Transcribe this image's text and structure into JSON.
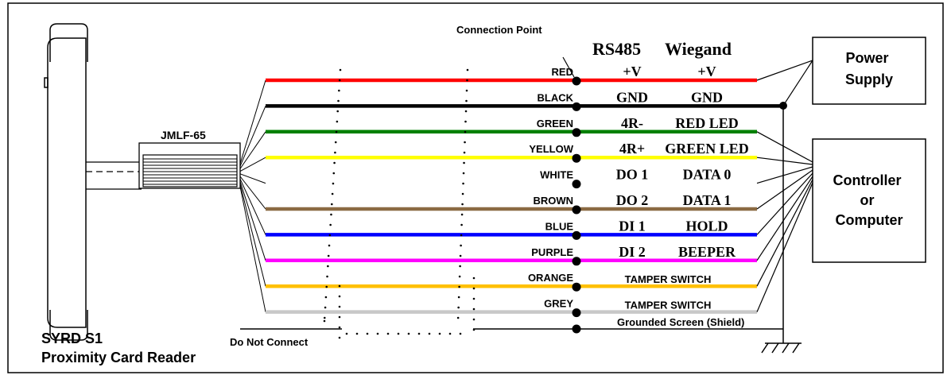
{
  "reader": {
    "name_line1": "SYRD S1",
    "name_line2": "Proximity Card Reader",
    "connector_label": "JMLF-65",
    "do_not_connect": "Do Not Connect"
  },
  "connection_point_label": "Connection Point",
  "headers": {
    "rs485": "RS485",
    "wiegand": "Wiegand"
  },
  "wires": [
    {
      "name": "RED",
      "color": "#ff0000",
      "rs485": "+V",
      "wiegand": "+V",
      "dest": "power"
    },
    {
      "name": "BLACK",
      "color": "#000000",
      "rs485": "GND",
      "wiegand": "GND",
      "dest": "power"
    },
    {
      "name": "GREEN",
      "color": "#008000",
      "rs485": "4R-",
      "wiegand": "RED LED",
      "dest": "controller"
    },
    {
      "name": "YELLOW",
      "color": "#ffff00",
      "rs485": "4R+",
      "wiegand": "GREEN LED",
      "dest": "controller"
    },
    {
      "name": "WHITE",
      "color": "#ffffff",
      "rs485": "DO 1",
      "wiegand": "DATA 0",
      "dest": "controller"
    },
    {
      "name": "BROWN",
      "color": "#8b6a43",
      "rs485": "DO 2",
      "wiegand": "DATA 1",
      "dest": "controller"
    },
    {
      "name": "BLUE",
      "color": "#0000ff",
      "rs485": "DI 1",
      "wiegand": "HOLD",
      "dest": "controller"
    },
    {
      "name": "PURPLE",
      "color": "#ff00ff",
      "rs485": "DI 2",
      "wiegand": "BEEPER",
      "dest": "controller"
    },
    {
      "name": "ORANGE",
      "color": "#ffc000",
      "combined": "TAMPER SWITCH",
      "dest": "controller"
    },
    {
      "name": "GREY",
      "color": "#c8c8c8",
      "combined": "TAMPER SWITCH",
      "dest": "controller"
    }
  ],
  "shield_label": "Grounded Screen (Shield)",
  "power_box": {
    "line1": "Power",
    "line2": "Supply"
  },
  "controller_box": {
    "line1": "Controller",
    "line2": "or",
    "line3": "Computer"
  }
}
